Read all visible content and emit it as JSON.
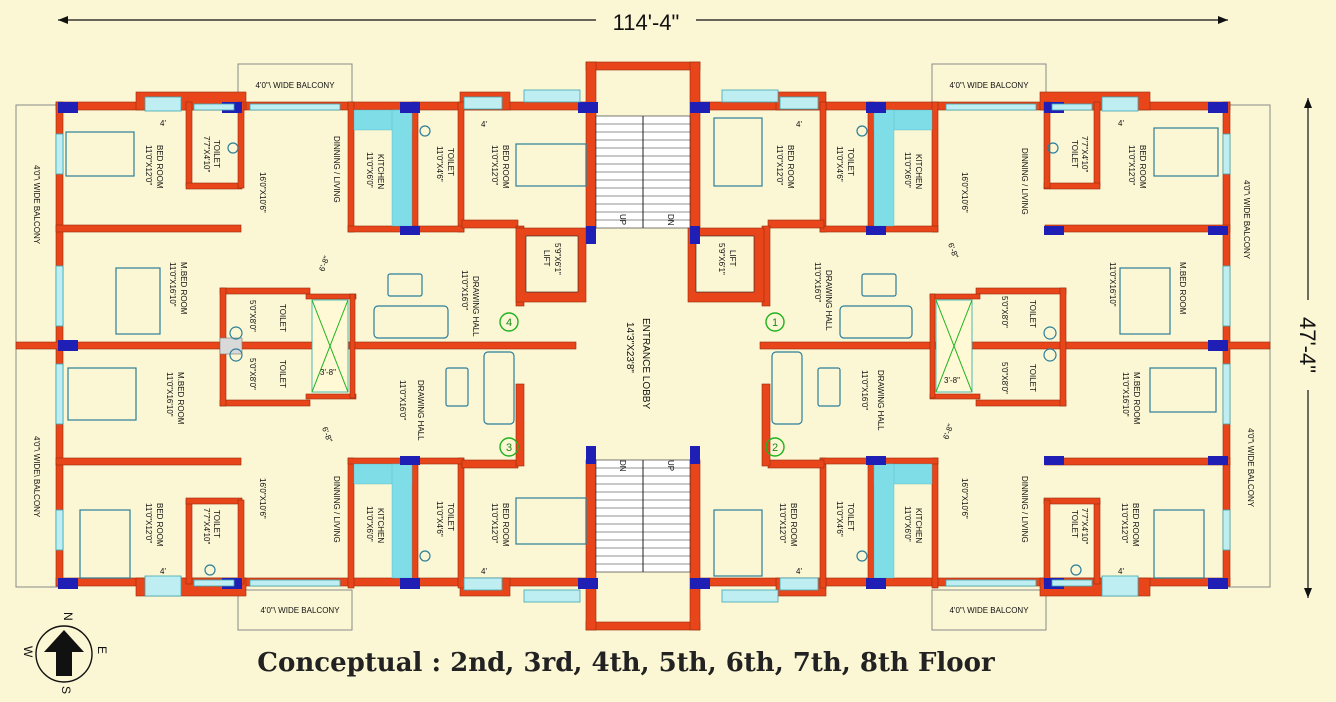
{
  "title": "Conceptual : 2nd, 3rd, 4th, 5th, 6th, 7th, 8th Floor",
  "overall": {
    "width": "114'-4\"",
    "depth": "47'-4\""
  },
  "compass": {
    "n": "N",
    "e": "E",
    "s": "S",
    "w": "W"
  },
  "lobby": {
    "name": "ENTRANCE LOBBY",
    "size": "14'3\"X23'8\""
  },
  "lifts": [
    {
      "name": "LIFT",
      "size": "5'9\"X6'1\""
    },
    {
      "name": "LIFT",
      "size": "5'9\"X6'1\""
    }
  ],
  "stairs": {
    "up": "UP",
    "dn": "DN"
  },
  "balcony_wide": "4'0\"\\ WIDE BALCONY",
  "balcony_side": "4'0\"\\ WIDE BALCONY",
  "balcony_side_alt": "4'0\"\\ WIDE\\ BALCONY",
  "rooms": {
    "bed": "BED ROOM",
    "bed_size": "11'0\"X12'0\"",
    "mbed": "M.BED ROOM",
    "mbed_size": "11'0\"X16'10\"",
    "toilet": "TOILET",
    "toilet_a": "7'7\"X4'10\"",
    "toilet_b": "11'0\"X4'6\"",
    "toilet_c": "5'0\"X8'0\"",
    "kitchen": "KITCHEN",
    "kitchen_size": "11'0\"X6'0\"",
    "dining": "DINNING / LIVING",
    "dining_size": "16'0\"X10'6\"",
    "drawing": "DRAWING HALL",
    "drawing_size": "11'0\"X16'0\""
  },
  "dims": {
    "four": "4'",
    "diag": "6'-8\"",
    "shaft": "3'-8\""
  },
  "flats": [
    "1",
    "2",
    "3",
    "4"
  ]
}
